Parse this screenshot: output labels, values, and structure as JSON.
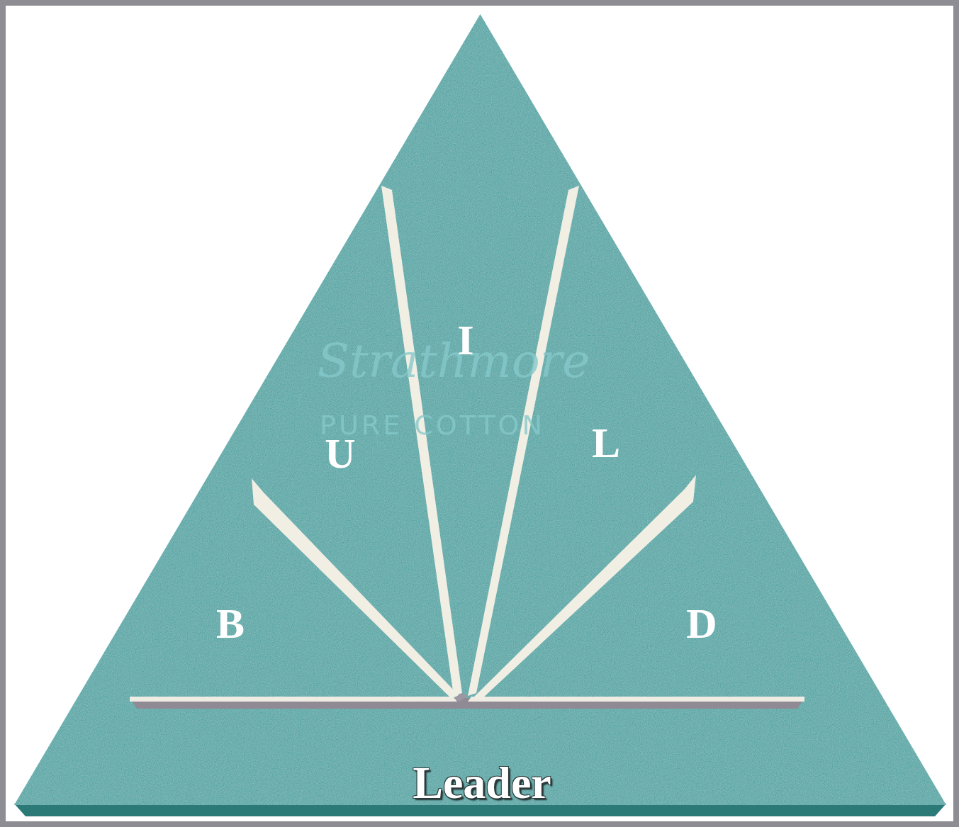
{
  "diagram": {
    "nodes": [
      {
        "text": [
          "B",
          "U",
          "I",
          "L",
          "D",
          "Leader"
        ]
      }
    ],
    "labels": [
      "Strathmore",
      "PURE COTTON"
    ]
  }
}
